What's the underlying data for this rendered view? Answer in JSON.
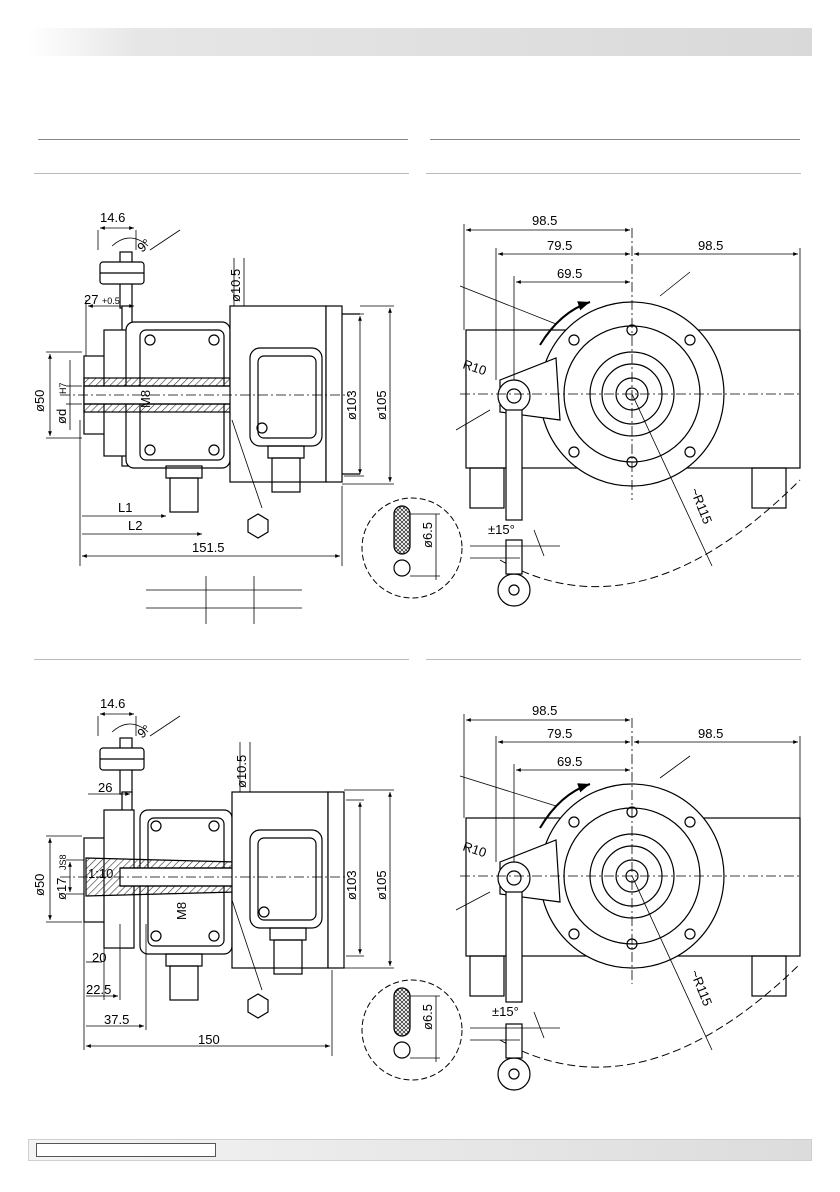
{
  "quadrant_a": {
    "dims": {
      "d14_6": "14.6",
      "d9deg": "9°",
      "d27": "27",
      "d27_tol": "+0.5",
      "d10_5": "ø10.5",
      "d50": "ø50",
      "dd": "ød",
      "dd_tol": "H7",
      "m8": "M8",
      "d103": "ø103",
      "d105": "ø105",
      "l1": "L1",
      "l2": "L2",
      "d151_5": "151.5"
    }
  },
  "quadrant_b": {
    "dims": {
      "d98_5_top": "98.5",
      "d79_5": "79.5",
      "d98_5_right": "98.5",
      "d69_5": "69.5",
      "r10": "R10",
      "r115": "~R115",
      "pm15": "±15°",
      "d6_5": "ø6.5"
    }
  },
  "quadrant_c": {
    "dims": {
      "d14_6": "14.6",
      "d9deg": "9°",
      "d10_5": "ø10.5",
      "d26": "26",
      "d50": "ø50",
      "d17": "ø17",
      "d17_tol": "JS8",
      "taper": "1:10",
      "m8": "M8",
      "d103": "ø103",
      "d105": "ø105",
      "d20": "20",
      "d22_5": "22.5",
      "d37_5": "37.5",
      "d150": "150"
    }
  },
  "quadrant_d": {
    "dims": {
      "d98_5_top": "98.5",
      "d79_5": "79.5",
      "d98_5_right": "98.5",
      "d69_5": "69.5",
      "r10": "R10",
      "r115": "~R115",
      "pm15": "±15°",
      "d6_5": "ø6.5"
    }
  }
}
